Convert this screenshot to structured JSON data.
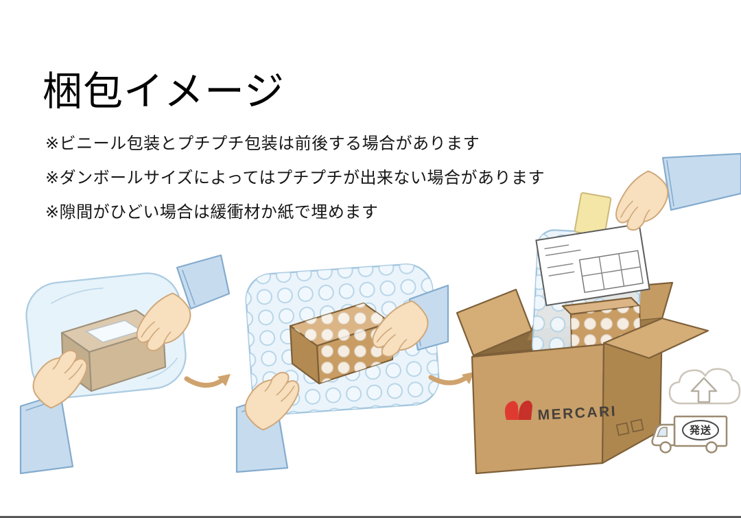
{
  "title": "梱包イメージ",
  "notes": [
    "※ビニール包装とプチプチ包装は前後する場合があります",
    "※ダンボールサイズによってはプチプチが出来ない場合があります",
    "※隙間がひどい場合は緩衝材か紙で埋めます"
  ],
  "box": {
    "brand": "MERCARI"
  },
  "truck": {
    "label": "発送"
  },
  "colors": {
    "cardboard": "#c9a06a",
    "cardboard_dark": "#ae874f",
    "bubble_wrap": "#aecfe5",
    "vinyl": "#e7f2fa",
    "skin": "#f8dfbd",
    "sleeve": "#c6dcee",
    "arrow": "#cfa36e",
    "brand_red": "#df3a30",
    "text": "#161616"
  }
}
